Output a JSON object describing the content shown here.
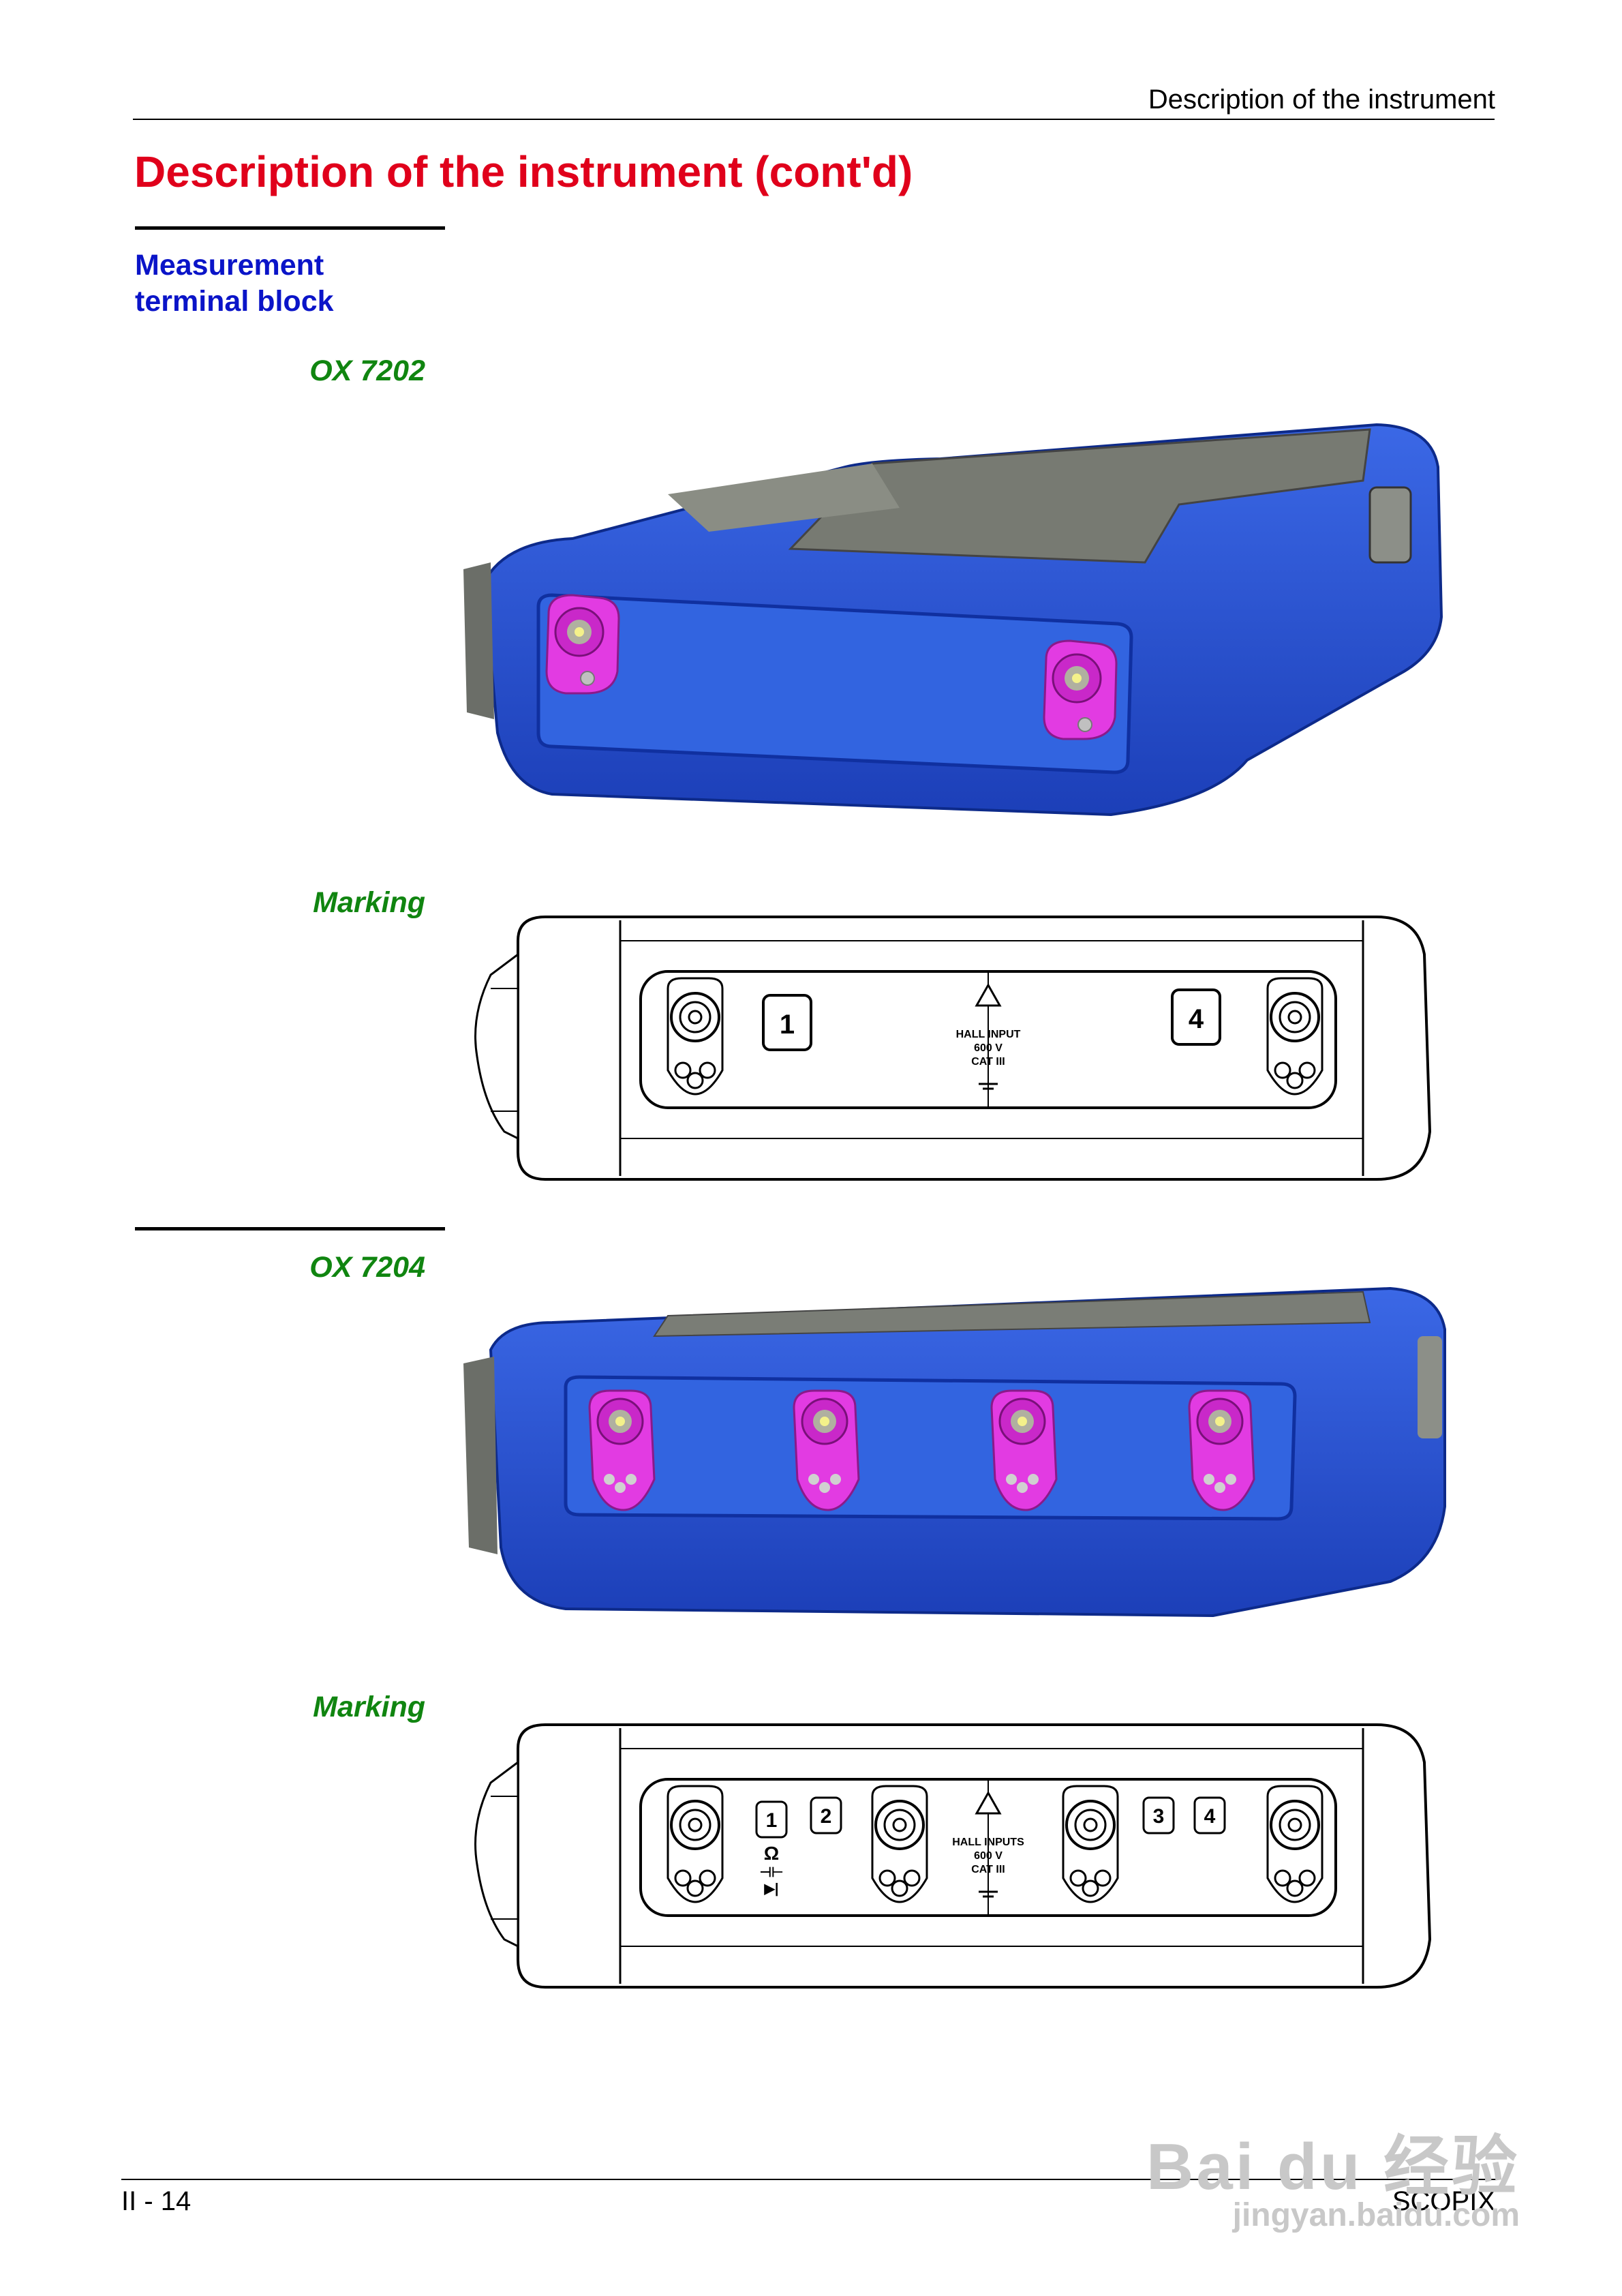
{
  "header": {
    "running_title": "Description of the instrument"
  },
  "title": "Description of the instrument (cont'd)",
  "section": {
    "heading_line1": "Measurement",
    "heading_line2": "terminal block"
  },
  "figures": {
    "ox7202": {
      "label": "OX 7202"
    },
    "ox7202_marking": {
      "label": "Marking",
      "channels": [
        "1",
        "4"
      ],
      "warning_lines": [
        "HALL INPUT",
        "600 V",
        "CAT III"
      ]
    },
    "ox7204": {
      "label": "OX 7204"
    },
    "ox7204_marking": {
      "label": "Marking",
      "channels": [
        "1",
        "2",
        "3",
        "4"
      ],
      "warning_lines": [
        "HALL INPUTS",
        "600 V",
        "CAT III"
      ],
      "symbols": [
        "Ω",
        "⊣⊢",
        "▶|"
      ]
    }
  },
  "footer": {
    "page_number": "II - 14",
    "product": "SCOPIX"
  },
  "watermark": {
    "brand": "Bai du 经验",
    "url": "jingyan.baidu.com"
  },
  "colors": {
    "title": "#e0001b",
    "heading": "#0a14c8",
    "label": "#108510",
    "case_blue": "#2a55d9",
    "terminal_magenta": "#e23be2"
  }
}
